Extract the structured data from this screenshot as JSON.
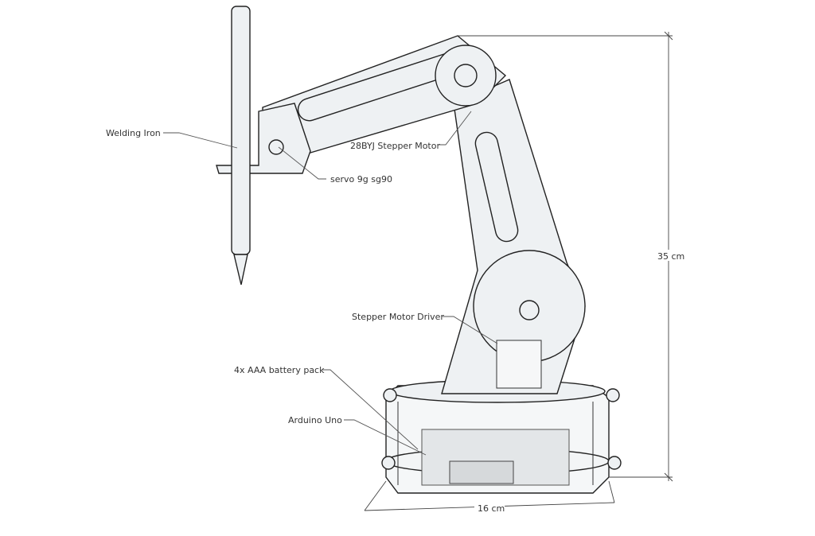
{
  "labels": {
    "welding_iron": "Welding Iron",
    "stepper_motor": "28BYJ Stepper Motor",
    "servo": "servo 9g sg90",
    "stepper_driver": "Stepper Motor Driver",
    "battery_pack": "4x AAA battery pack",
    "arduino": "Arduino Uno"
  },
  "dimensions": {
    "height": "35 cm",
    "width": "16 cm"
  }
}
